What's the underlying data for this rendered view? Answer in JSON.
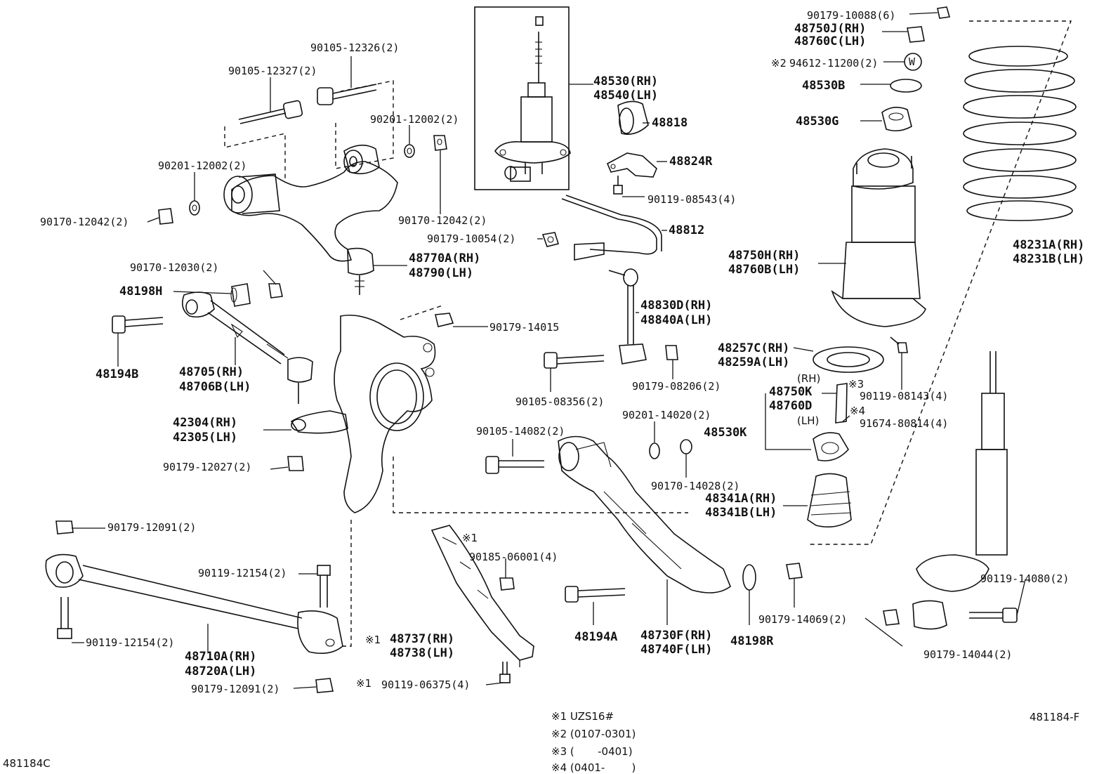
{
  "labels": {
    "l01": "90105-12326(2)",
    "l02": "90105-12327(2)",
    "l03": "90201-12002(2)",
    "l04": "90201-12002(2)",
    "l05": "90170-12042(2)",
    "l06": "90170-12042(2)",
    "l07": "90179-10054(2)",
    "l08": "48770A(RH)",
    "l09": "48790(LH)",
    "l10": "90170-12030(2)",
    "l11": "48198H",
    "l12": "48194B",
    "l13": "48705(RH)",
    "l14": "48706B(LH)",
    "l15": "42304(RH)",
    "l16": "42305(LH)",
    "l17": "90179-12027(2)",
    "l18": "90179-12091(2)",
    "l19": "90119-12154(2)",
    "l20": "90119-12154(2)",
    "l21": "48710A(RH)",
    "l22": "48720A(LH)",
    "l23": "90179-12091(2)",
    "l24": "48530(RH)",
    "l25": "48540(LH)",
    "l26": "48818",
    "l27": "48824R",
    "l28": "90119-08543(4)",
    "l29": "48812",
    "l30": "90179-14015",
    "l31": "48830D(RH)",
    "l32": "48840A(LH)",
    "l33": "90179-08206(2)",
    "l34": "90105-08356(2)",
    "l35": "90201-14020(2)",
    "l36": "90105-14082(2)",
    "l37": "90170-14028(2)",
    "l38": "90185-06001(4)",
    "l39": "48737(RH)",
    "l40": "48738(LH)",
    "l41": "90119-06375(4)",
    "l42": "48194A",
    "l43": "48730F(RH)",
    "l44": "48740F(LH)",
    "l45": "48198R",
    "l46": "90179-14069(2)",
    "l47": "90179-10088(6)",
    "l48": "48750J(RH)",
    "l49": "48760C(LH)",
    "l50": "94612-11200(2)",
    "l51": "48530B",
    "l52": "48530G",
    "l53": "48750H(RH)",
    "l54": "48760B(LH)",
    "l55": "48257C(RH)",
    "l56": "48259A(LH)",
    "l57": "(RH)",
    "l58": "48750K",
    "l59": "48760D",
    "l60": "(LH)",
    "l61": "90119-08143(4)",
    "l62": "91674-80814(4)",
    "l63": "48530K",
    "l64": "48341A(RH)",
    "l65": "48341B(LH)",
    "l66": "48231A(RH)",
    "l67": "48231B(LH)",
    "l68": "90119-14080(2)",
    "l69": "90179-14044(2)"
  },
  "marks": {
    "m1": "※2",
    "m2": "※3",
    "m3": "※4",
    "m4": "※1",
    "m5": "※1",
    "m6": "※1",
    "washer_w": "W"
  },
  "notes": {
    "n1": "※1 UZS16#",
    "n2": "※2 (0107-0301)",
    "n3": "※3 (       -0401)",
    "n4": "※4 (0401-        )"
  },
  "codes": {
    "diagram_id": "481184-F",
    "page_id": "481184C"
  }
}
